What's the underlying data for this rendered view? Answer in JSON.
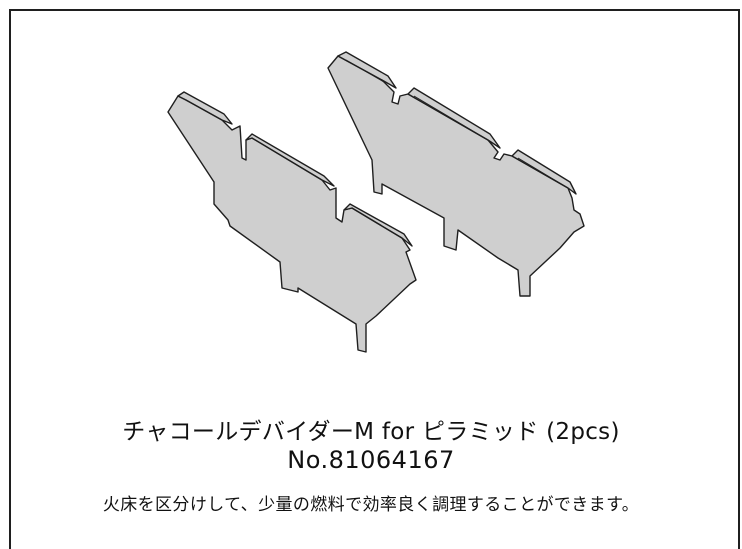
{
  "product": {
    "title": "チャコールデバイダーM for ピラミッド (2pcs)",
    "model_number": "No.81064167",
    "description": "火床を区分けして、少量の燃料で効率良く調理することができます。"
  },
  "colors": {
    "plate_fill": "#cfcfcf",
    "outline": "#1f1f1f",
    "background": "#ffffff"
  }
}
